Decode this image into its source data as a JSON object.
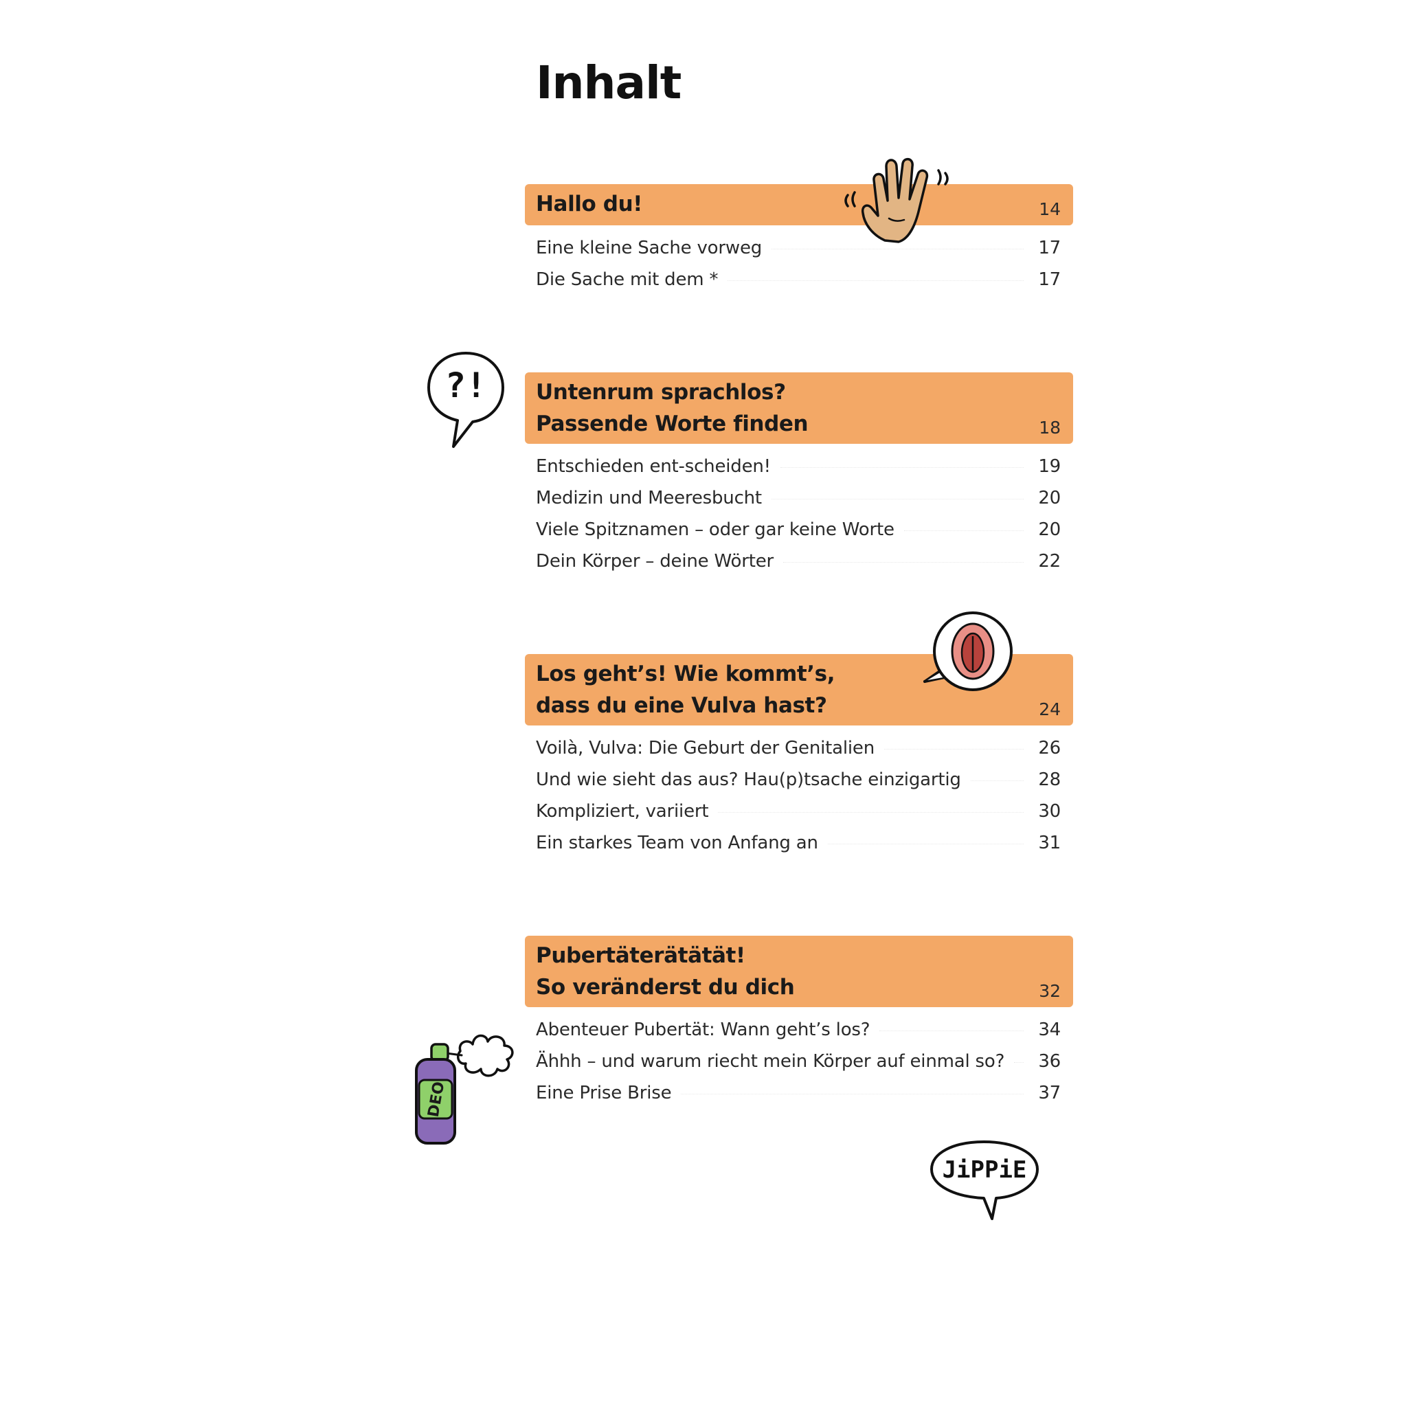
{
  "page": {
    "title": "Inhalt"
  },
  "sections": [
    {
      "title_lines": [
        "Hallo du!"
      ],
      "page": "14",
      "entries": [
        {
          "title": "Eine kleine Sache vorweg",
          "page": "17"
        },
        {
          "title": "Die Sache mit dem *",
          "page": "17"
        }
      ]
    },
    {
      "title_lines": [
        "Untenrum sprachlos?",
        "Passende Worte finden"
      ],
      "page": "18",
      "entries": [
        {
          "title": "Entschieden ent-scheiden!",
          "page": "19"
        },
        {
          "title": "Medizin und Meeresbucht",
          "page": "20"
        },
        {
          "title": "Viele Spitznamen – oder gar keine Worte",
          "page": "20"
        },
        {
          "title": "Dein Körper – deine Wörter",
          "page": "22"
        }
      ]
    },
    {
      "title_lines": [
        "Los geht’s! Wie kommt’s,",
        "dass du eine Vulva hast?"
      ],
      "page": "24",
      "entries": [
        {
          "title": "Voilà, Vulva: Die Geburt der Genitalien",
          "page": "26"
        },
        {
          "title": "Und wie sieht das aus? Hau(p)tsache einzigartig",
          "page": "28"
        },
        {
          "title": "Kompliziert, variiert",
          "page": "30"
        },
        {
          "title": "Ein starkes Team von Anfang an",
          "page": "31"
        }
      ]
    },
    {
      "title_lines": [
        "Pubertäterätätät!",
        "So veränderst du dich"
      ],
      "page": "32",
      "entries": [
        {
          "title": "Abenteuer Pubertät: Wann geht’s los?",
          "page": "34"
        },
        {
          "title": "Ähhh – und warum riecht mein Körper auf einmal so?",
          "page": "36"
        },
        {
          "title": "Eine Prise Brise",
          "page": "37"
        }
      ]
    }
  ],
  "doodles": {
    "speech_bubble_symbols": "?!",
    "deo_label": "DEO",
    "jippie": "JiPPiE",
    "icons": [
      "waving-hand-icon",
      "question-exclamation-bubble-icon",
      "vulva-speech-bubble-icon",
      "deo-spray-icon",
      "jippie-speech-bubble-icon"
    ]
  },
  "colors": {
    "header_bg": "#f3a866",
    "text": "#1b1b1b",
    "hand_skin": "#e2b584",
    "deo_purple": "#8a6bb8",
    "deo_green": "#8fd06a",
    "vulva_pink": "#e98f86",
    "vulva_red": "#b8423c"
  }
}
